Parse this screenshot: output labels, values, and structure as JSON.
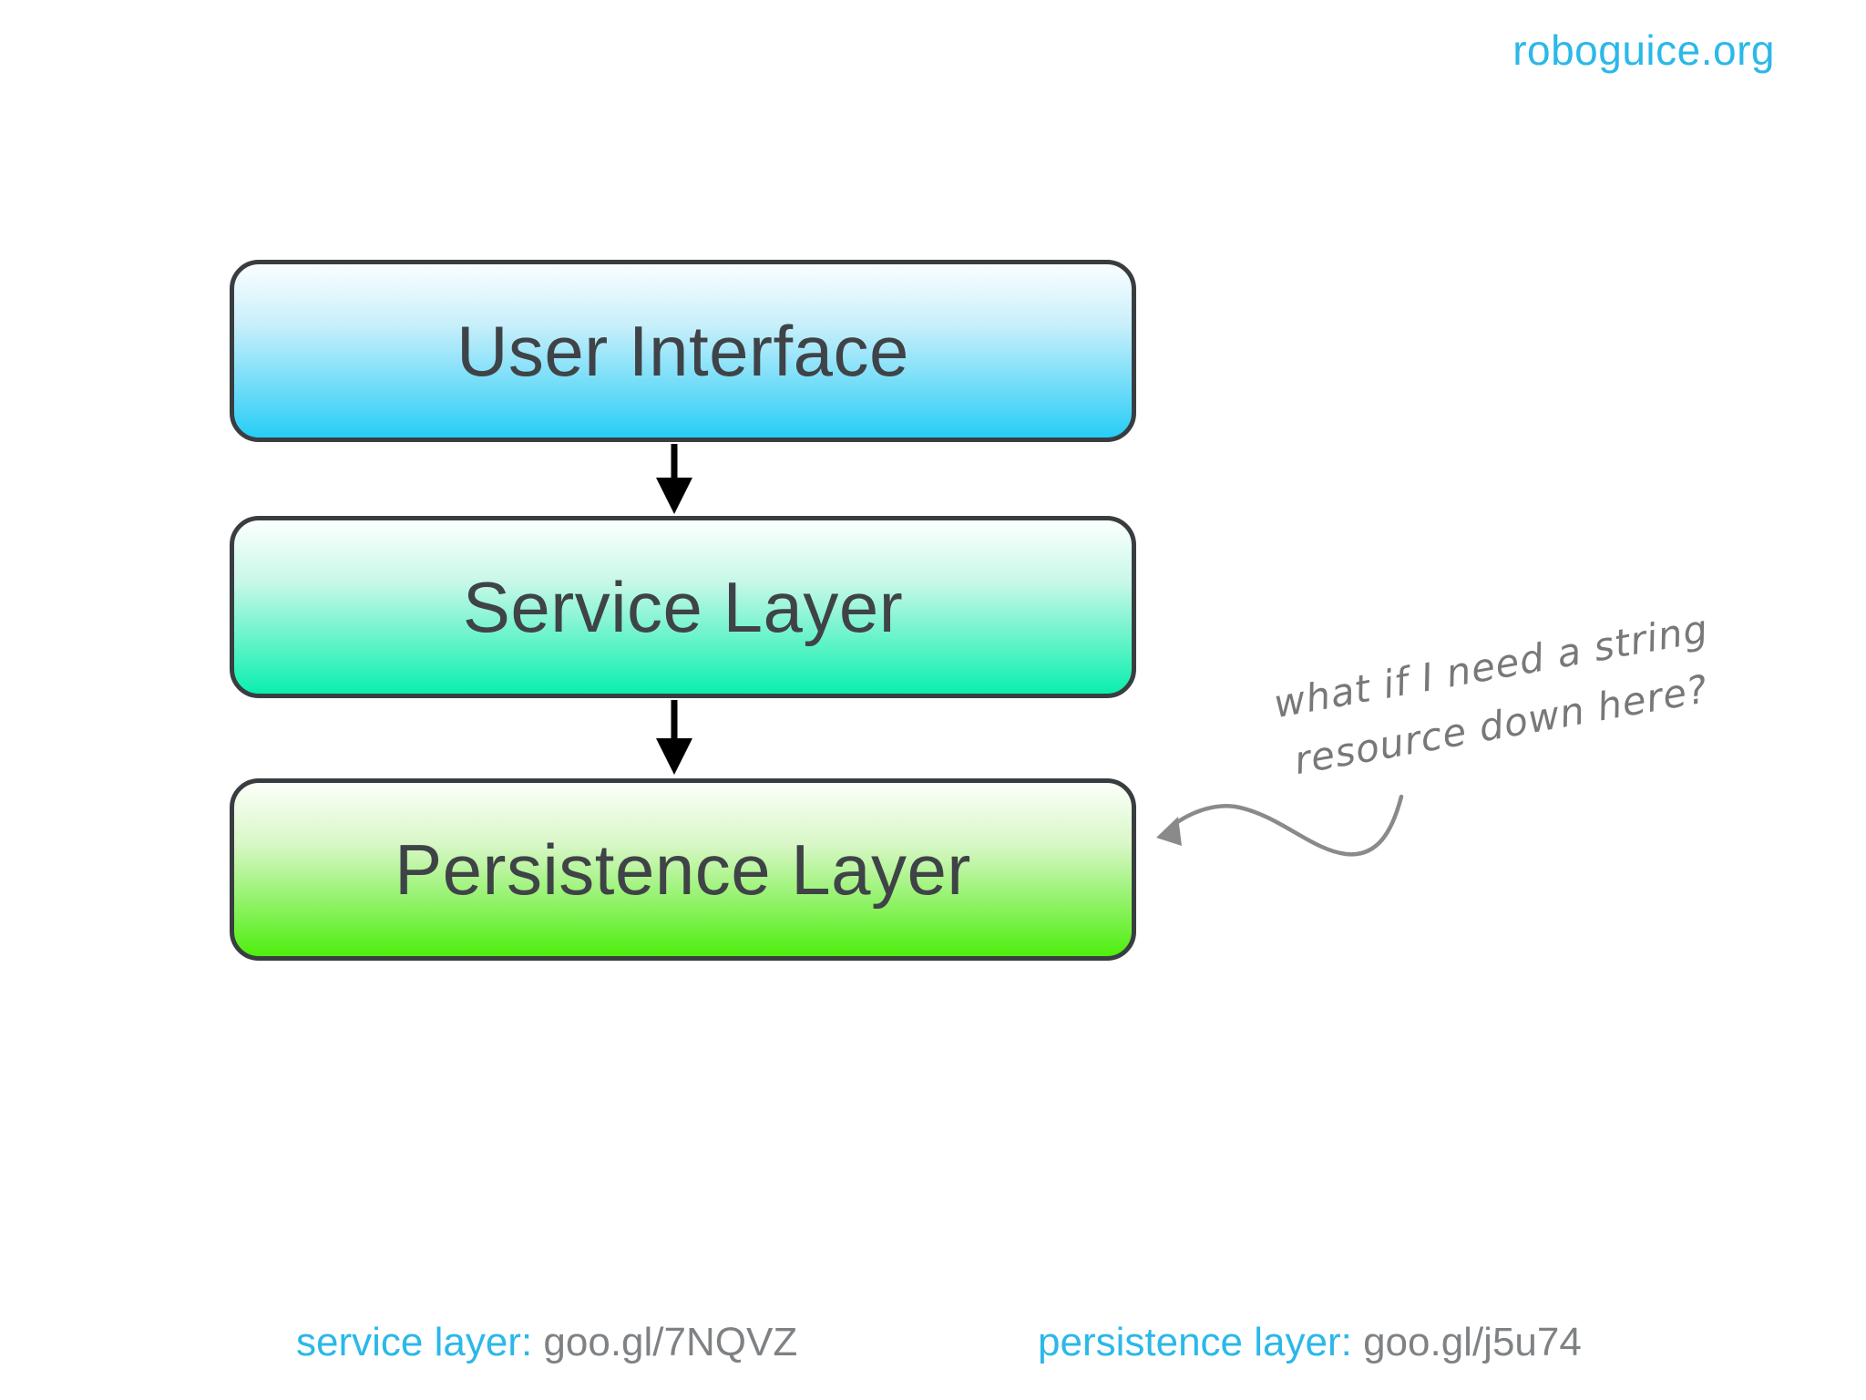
{
  "header": {
    "site": "roboguice.org"
  },
  "diagram": {
    "boxes": [
      {
        "label": "User Interface",
        "gradient_top": "#fbfeff",
        "gradient_bottom": "#27cdf6"
      },
      {
        "label": "Service Layer",
        "gradient_top": "#fbfffd",
        "gradient_bottom": "#0aefae"
      },
      {
        "label": "Persistence Layer",
        "gradient_top": "#fcfff9",
        "gradient_bottom": "#4eee0e"
      }
    ],
    "annotation": {
      "line1": "what if I need a string",
      "line2": "resource down here?"
    }
  },
  "footer": {
    "links": [
      {
        "label": "service layer:",
        "url": "goo.gl/7NQVZ"
      },
      {
        "label": "persistence layer:",
        "url": "goo.gl/j5u74"
      }
    ]
  },
  "colors": {
    "accent_cyan": "#2bb8e8",
    "url_gray": "#7f8285",
    "annotation_gray": "#78787a",
    "box_border": "#3a3d40",
    "box_text": "#3f4347",
    "flow_arrow": "#000000",
    "annotation_arrow": "#8a8a8a"
  }
}
